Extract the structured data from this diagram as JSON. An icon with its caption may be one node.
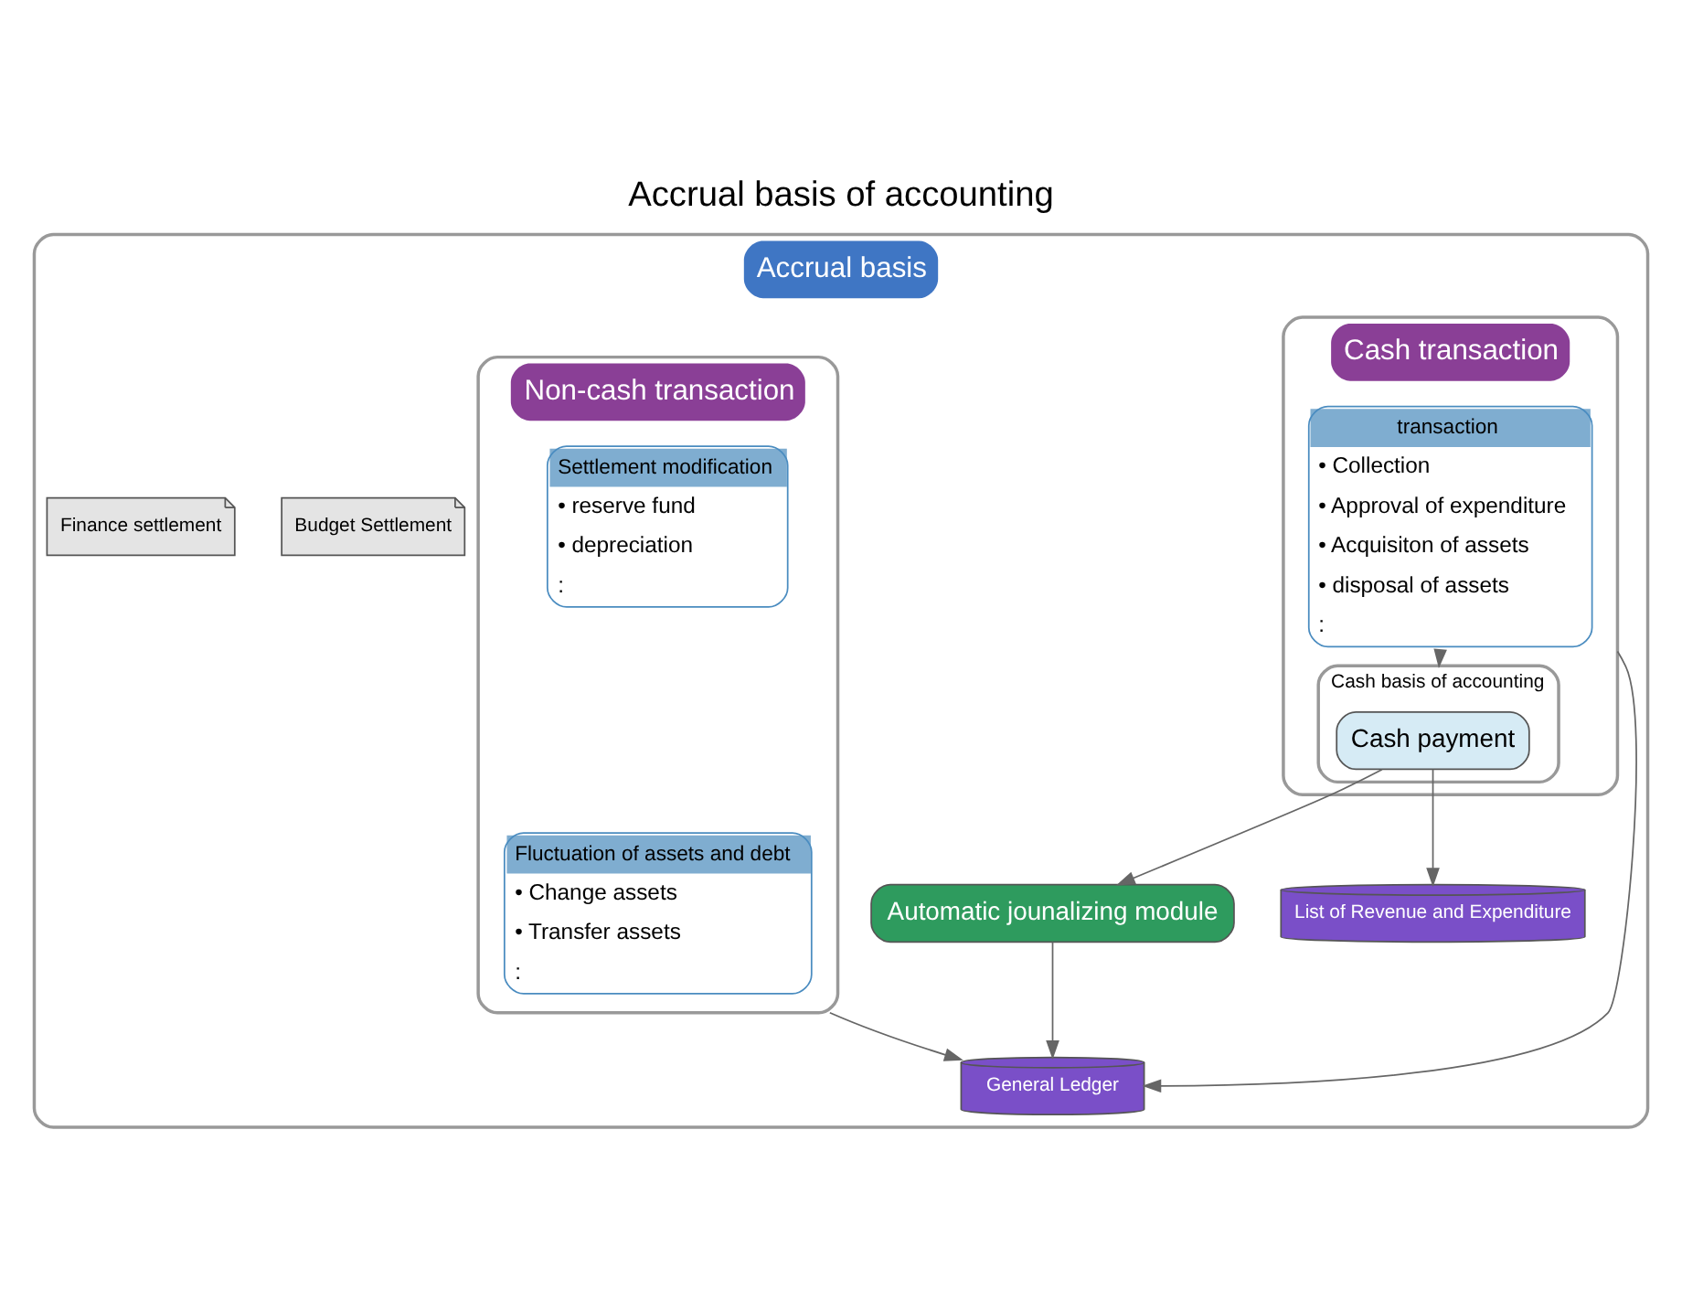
{
  "diagram": {
    "title": "Accrual basis of accounting",
    "nodes": [
      {
        "text": [
          "Accrual basis"
        ]
      },
      {
        "text": [
          "Cash transaction"
        ],
        "in": 0
      },
      {
        "text": [
          "transaction",
          "• Collection",
          "• Approval of expenditure",
          "• Acquisiton of assets",
          "• disposal of assets",
          ":"
        ],
        "in": 1
      },
      {
        "text": [
          "Cash basis of accounting"
        ],
        "in": 1
      },
      {
        "text": [
          "Cash payment"
        ],
        "in": 3
      },
      {
        "text": [
          "Non-cash transaction"
        ],
        "in": 0
      },
      {
        "text": [
          "Fluctuation of assets and debt",
          "• Change assets",
          "• Transfer assets",
          ":"
        ],
        "in": 5
      },
      {
        "text": [
          "Settlement modification",
          "• reserve fund",
          "• depreciation",
          ":"
        ],
        "in": 5
      },
      {
        "text": [
          "Automatic jounalizing module"
        ],
        "in": 0
      },
      {
        "text": [
          "Budget Settlement"
        ],
        "in": 0
      },
      {
        "text": [
          "List of Revenue and Expenditure"
        ],
        "in": 0
      },
      {
        "text": [
          "General Ledger"
        ],
        "in": 0
      },
      {
        "text": [
          "Finance settlement"
        ],
        "in": 0
      }
    ],
    "edges": [
      {
        "from": 2,
        "to": 3,
        "arrow": "to"
      },
      {
        "from": 4,
        "to": 8,
        "arrow": "to"
      },
      {
        "from": 4,
        "to": 10,
        "arrow": "to"
      },
      {
        "from": 1,
        "to": 11,
        "arrow": "to"
      },
      {
        "from": 5,
        "to": 11,
        "arrow": "to"
      },
      {
        "from": 8,
        "to": 11,
        "arrow": "to"
      }
    ]
  }
}
